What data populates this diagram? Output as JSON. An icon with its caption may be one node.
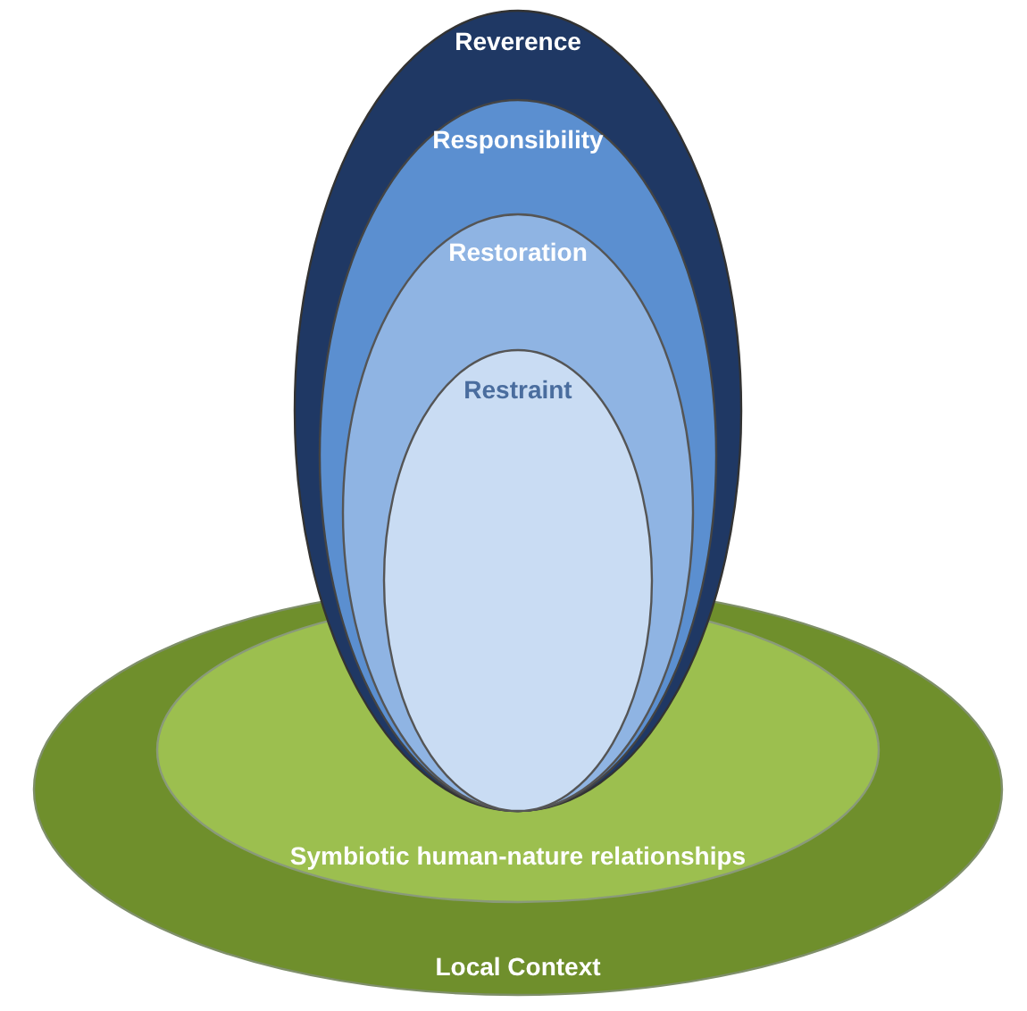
{
  "diagram": {
    "nodes": [
      {
        "text": [
          "Local Context"
        ]
      },
      {
        "text": [
          "Symbiotic human-nature relationships"
        ],
        "in": 0
      },
      {
        "text": [
          "Reverence"
        ]
      },
      {
        "text": [
          "Responsibility"
        ],
        "in": 2
      },
      {
        "text": [
          "Restoration"
        ],
        "in": 3
      },
      {
        "text": [
          "Restraint"
        ],
        "in": 4
      }
    ]
  }
}
